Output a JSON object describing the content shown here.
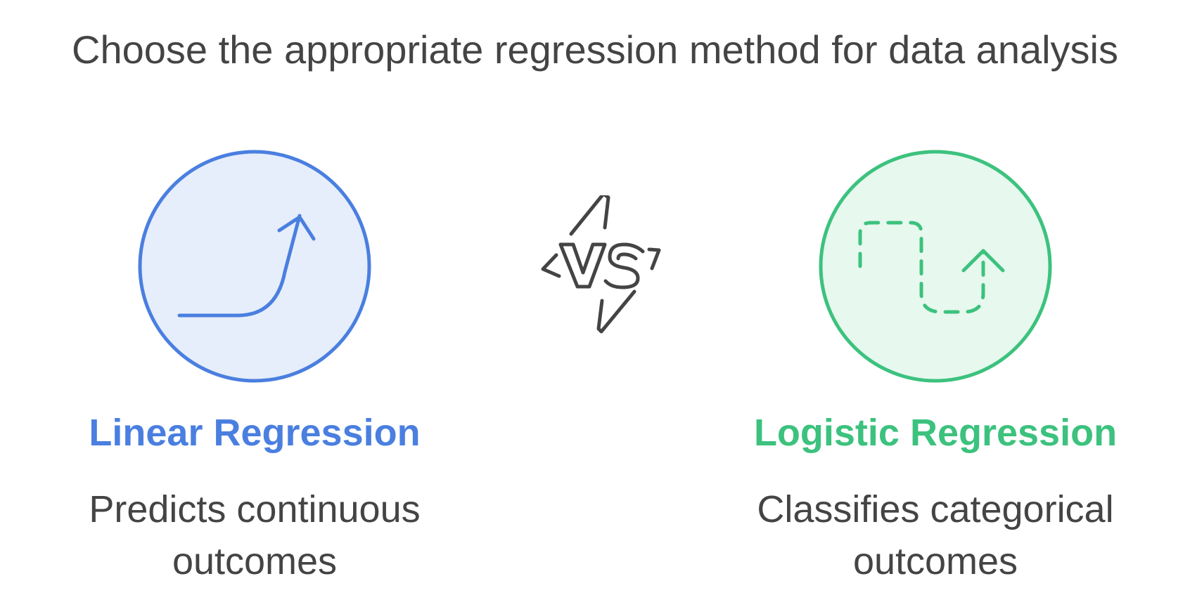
{
  "title": "Choose the appropriate regression method for data analysis",
  "vs_label": "VS",
  "options": [
    {
      "name": "Linear Regression",
      "description": "Predicts continuous outcomes",
      "icon": "upward-curve-arrow-icon",
      "accent_color": "#4A7FE0",
      "fill_color": "#E6EEFB"
    },
    {
      "name": "Logistic Regression",
      "description": "Classifies categorical outcomes",
      "icon": "dashed-s-curve-arrow-icon",
      "accent_color": "#3CC27E",
      "fill_color": "#E7F8EE"
    }
  ]
}
